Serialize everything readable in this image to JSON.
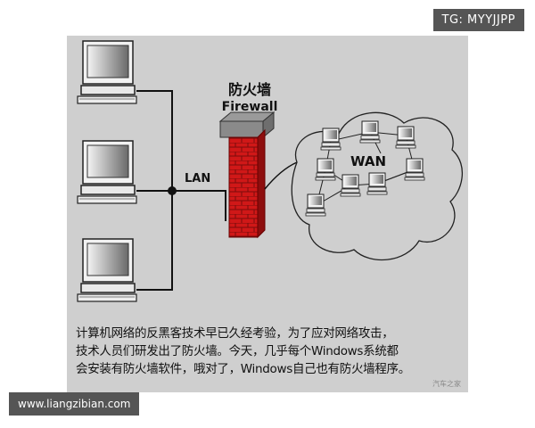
{
  "watermark_top": "TG: MYYJJPP",
  "watermark_bottom": "www.liangzibian.com",
  "diagram": {
    "firewall_cn": "防火墙",
    "firewall_en": "Firewall",
    "lan_label": "LAN",
    "wan_label": "WAN"
  },
  "caption": {
    "line1": "计算机网络的反黑客技术早已久经考验，为了应对网络攻击，",
    "line2": "技术人员们研发出了防火墙。今天，几乎每个Windows系统都",
    "line3": "会安装有防火墙软件，哦对了，Windows自己也有防火墙程序。",
    "source": "汽车之家"
  },
  "colors": {
    "panel": "#cfcfcf",
    "brick": "#d01818",
    "line": "#111111"
  }
}
